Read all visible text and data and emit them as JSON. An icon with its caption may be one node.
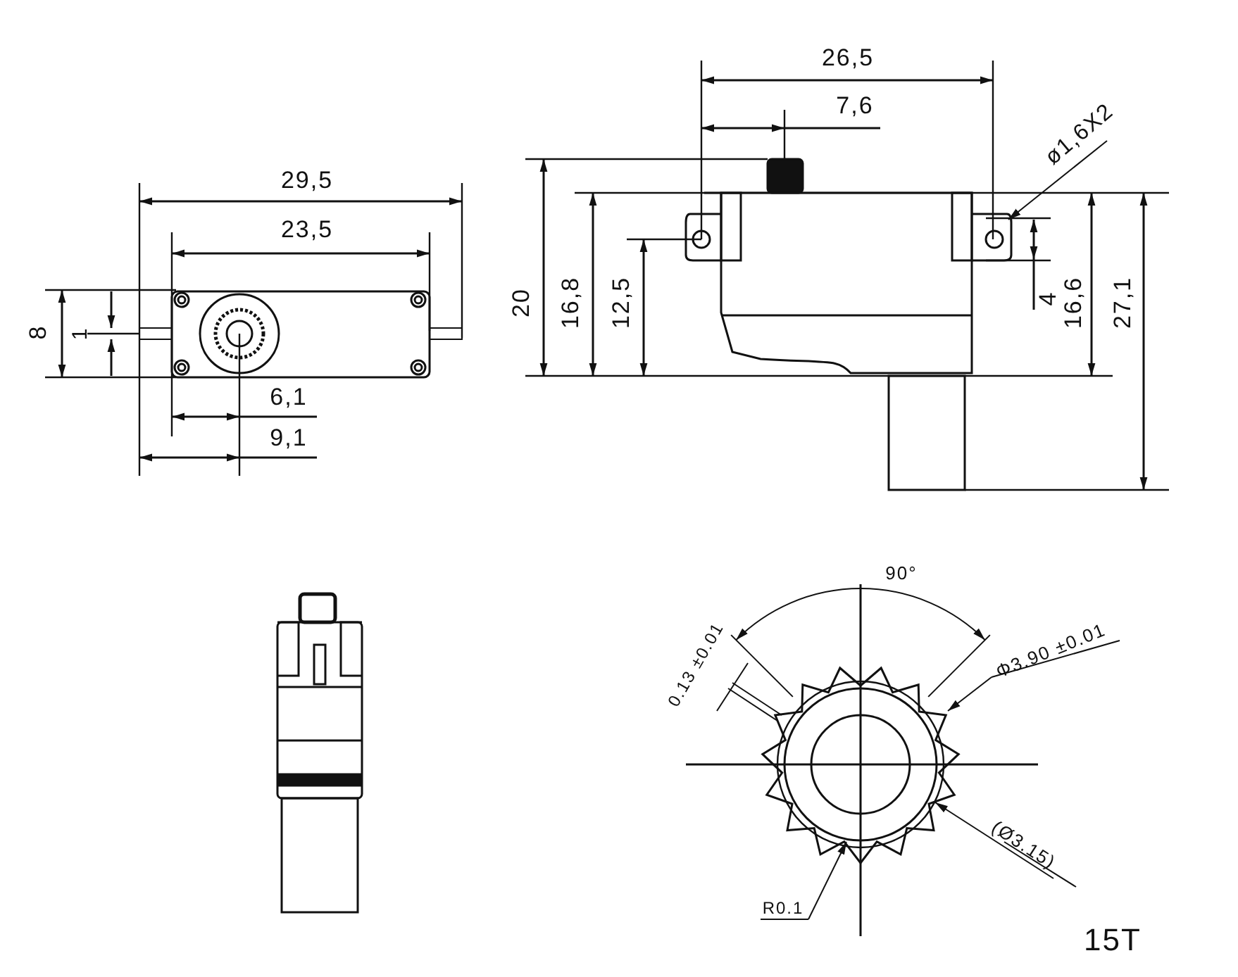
{
  "diagram": {
    "nodes": [
      {
        "text": [
          "ø1,6X2"
        ]
      },
      {
        "text": [
          "Φ3.90 ±0.01"
        ]
      },
      {
        "text": [
          "(Ø3.15)"
        ]
      },
      {
        "text": [
          "R0.1"
        ]
      }
    ],
    "edges": [
      {
        "from": 0,
        "to": null,
        "arrow": "to"
      },
      {
        "from": 1,
        "to": null,
        "arrow": "to"
      },
      {
        "from": 2,
        "to": null,
        "arrow": "to"
      },
      {
        "from": 3,
        "to": null,
        "arrow": "to"
      }
    ],
    "labels": [
      "26,5",
      "7,6",
      "29,5",
      "23,5",
      "20",
      "16,8",
      "12,5",
      "4",
      "16,6",
      "27,1",
      "8",
      "1",
      "6,1",
      "9,1",
      "90°",
      "0.13 ±0.01",
      "15T"
    ]
  }
}
